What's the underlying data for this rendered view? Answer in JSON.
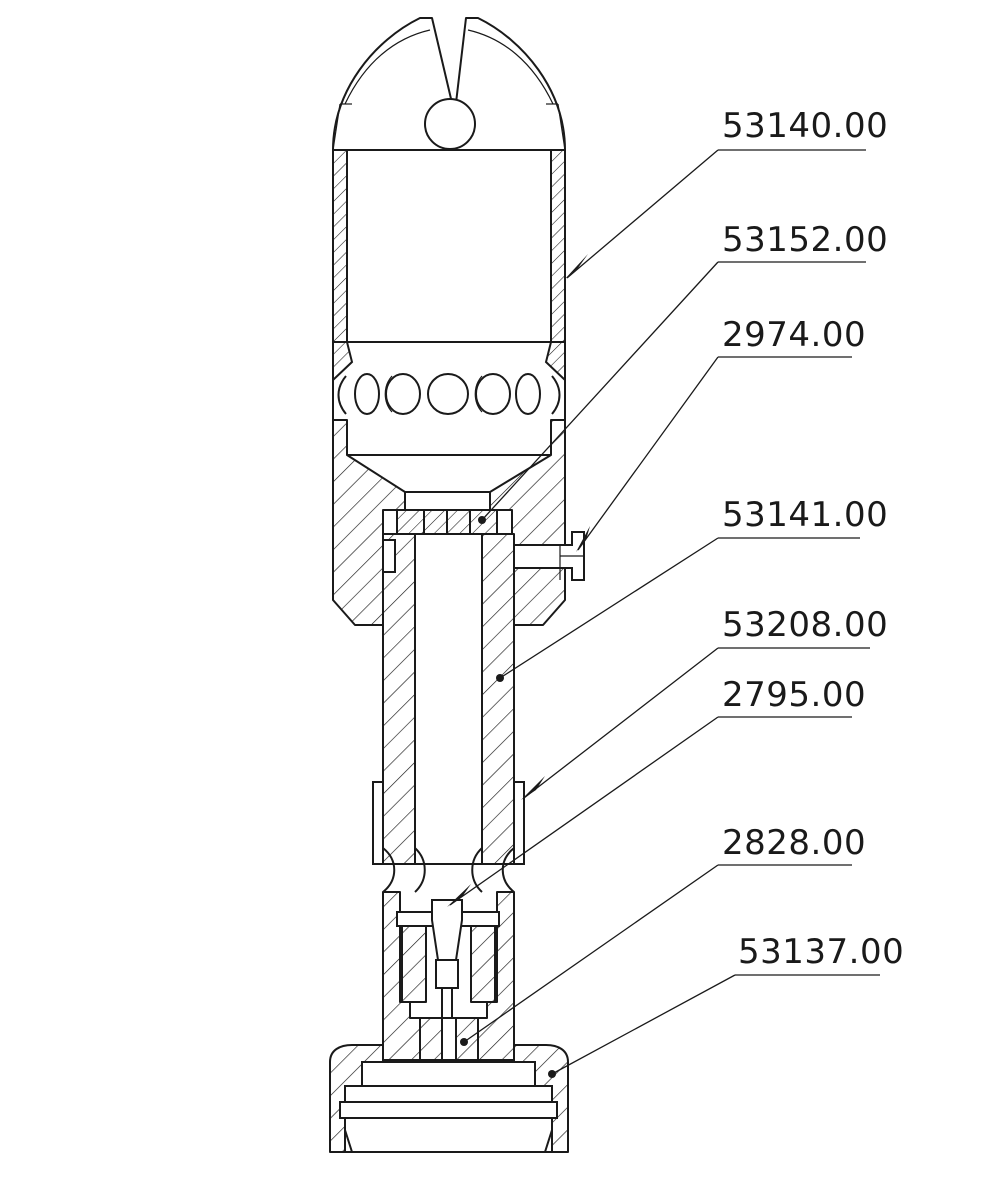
{
  "labels": {
    "p1": "53140.00",
    "p2": "53152.00",
    "p3": "2974.00",
    "p4": "53141.00",
    "p5": "53208.00",
    "p6": "2795.00",
    "p7": "2828.00",
    "p8": "53137.00"
  },
  "colors": {
    "line": "#1a1a1a",
    "background": "#ffffff"
  }
}
